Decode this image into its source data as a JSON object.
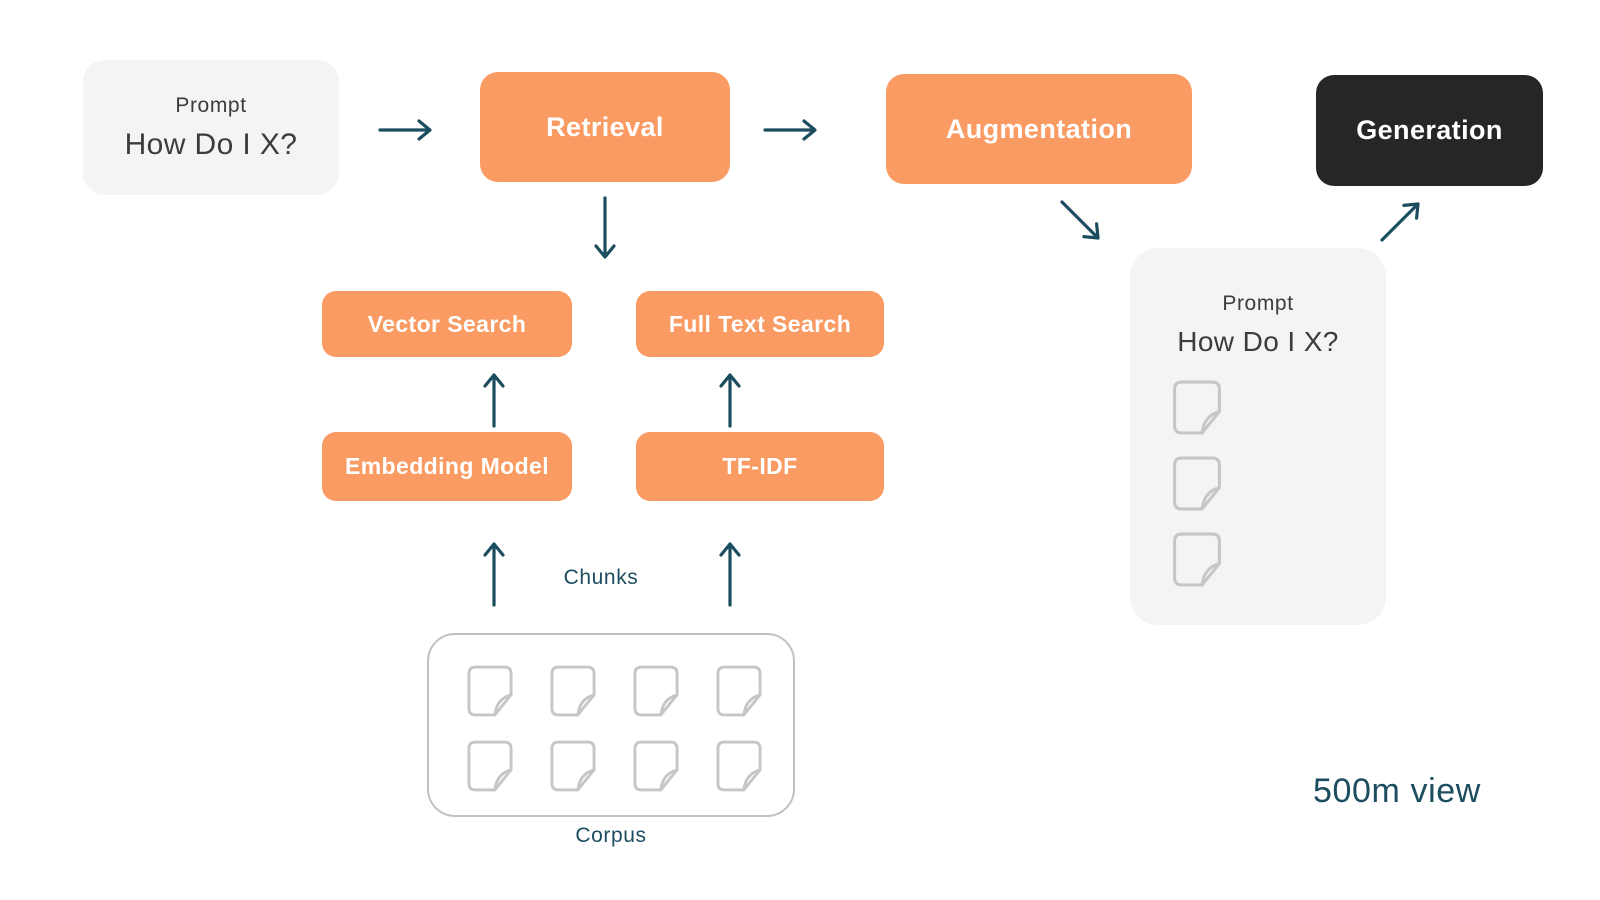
{
  "pipeline": {
    "input_prompt": {
      "label": "Prompt",
      "question": "How Do I X?"
    },
    "stages": {
      "retrieval": "Retrieval",
      "augmentation": "Augmentation",
      "generation": "Generation"
    },
    "retrieval_branches": {
      "vector_search": "Vector Search",
      "full_text_search": "Full Text Search",
      "embedding_model": "Embedding Model",
      "tf_idf": "TF-IDF"
    },
    "chunks_label": "Chunks",
    "corpus": {
      "label": "Corpus",
      "document_count": 8
    },
    "augmented_prompt": {
      "label": "Prompt",
      "question": "How Do I X?",
      "document_count": 3
    },
    "view_label": "500m view"
  },
  "colors": {
    "accent_orange": "#F99B63",
    "node_dark": "#262626",
    "arrow_teal": "#1B4D5F",
    "panel_gray": "#F4F4F4",
    "icon_stroke_gray": "#C6C6C6"
  }
}
